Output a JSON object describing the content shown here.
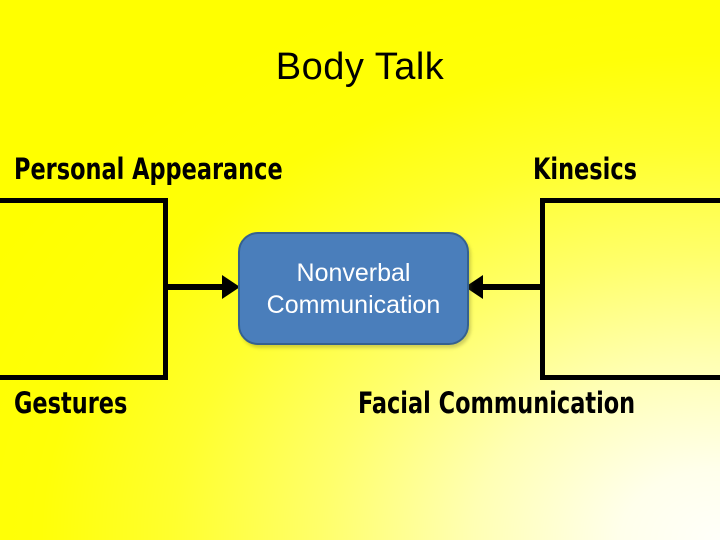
{
  "slide": {
    "title": "Body Talk",
    "background": {
      "from_color": "#ffff00",
      "to_color": "#ffffff"
    }
  },
  "center_node": {
    "line1": "Nonverbal",
    "line2": "Communication",
    "fill_color": "#4a7ebb",
    "border_color": "#35618f",
    "text_color": "#ffffff"
  },
  "labels": {
    "top_left": "Personal Appearance",
    "top_right": "Kinesics",
    "bottom_left": "Gestures",
    "bottom_right": "Facial Communication"
  },
  "connectors": [
    {
      "name": "left-to-center",
      "direction": "right"
    },
    {
      "name": "right-to-center",
      "direction": "left"
    }
  ]
}
